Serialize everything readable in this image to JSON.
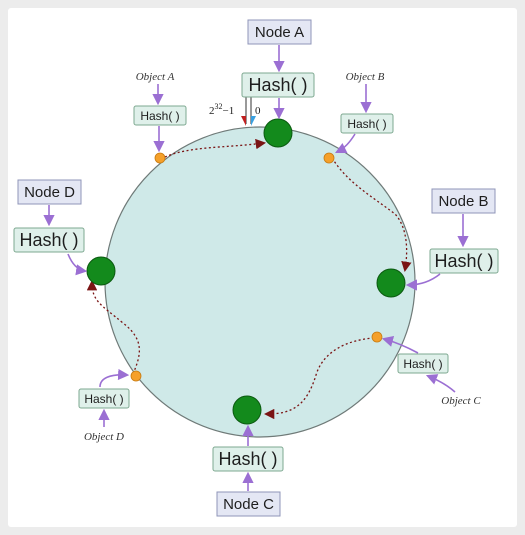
{
  "nodes": {
    "a": {
      "label": "Node A",
      "hash": "Hash( )"
    },
    "b": {
      "label": "Node B",
      "hash": "Hash( )"
    },
    "c": {
      "label": "Node C",
      "hash": "Hash( )"
    },
    "d": {
      "label": "Node D",
      "hash": "Hash( )"
    }
  },
  "objects": {
    "a": {
      "label": "Object A",
      "hash": "Hash( )"
    },
    "b": {
      "label": "Object B",
      "hash": "Hash( )"
    },
    "c": {
      "label": "Object C",
      "hash": "Hash( )"
    },
    "d": {
      "label": "Object D",
      "hash": "Hash( )"
    }
  },
  "ring": {
    "max_label_base": "2",
    "max_label_exp": "32",
    "max_label_suffix": "−1",
    "zero_label": "0"
  },
  "colors": {
    "ring_fill": "#cfe9e8",
    "node_dot": "#138a1c",
    "object_dot": "#f5a02a",
    "arrow": "#9b6fd3",
    "route": "#7a1414"
  }
}
